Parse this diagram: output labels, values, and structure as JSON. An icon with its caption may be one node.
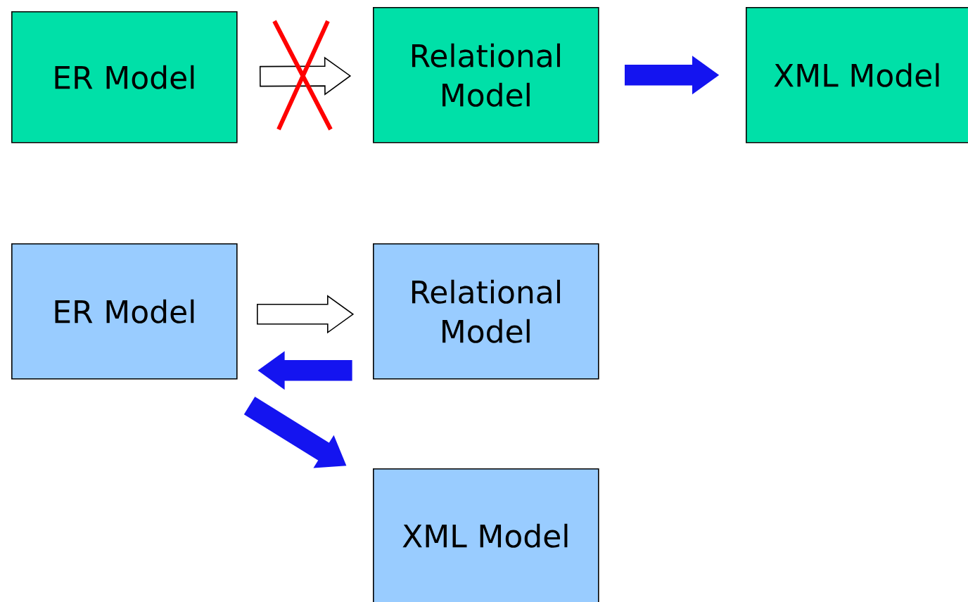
{
  "diagram": {
    "nodes": [
      {
        "text": [
          "ER Model"
        ]
      },
      {
        "text": [
          "Relational Model"
        ]
      },
      {
        "text": [
          "XML Model"
        ]
      },
      {
        "text": [
          "ER Model"
        ]
      },
      {
        "text": [
          "Relational Model"
        ]
      },
      {
        "text": [
          "XML Model"
        ]
      }
    ],
    "edges": [
      {
        "from": 0,
        "to": 1,
        "arrow": "to",
        "color": "#ffffff"
      },
      {
        "from": 1,
        "to": 2,
        "arrow": "to"
      },
      {
        "from": 3,
        "to": 4,
        "arrow": "to",
        "color": "#ffffff"
      },
      {
        "from": 4,
        "to": 3,
        "arrow": "to"
      },
      {
        "from": 3,
        "to": 5,
        "arrow": "to"
      }
    ]
  }
}
